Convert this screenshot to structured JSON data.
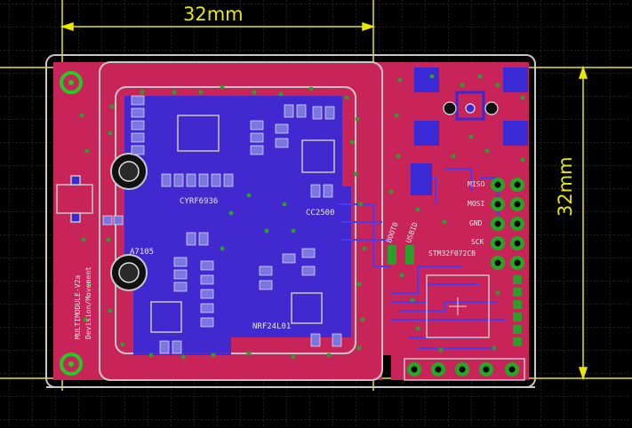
{
  "board": {
    "dimension_width": "32mm",
    "dimension_height": "32mm",
    "chip_labels": {
      "cyrf": "CYRF6936",
      "cc": "CC2500",
      "a7105": "A7105",
      "nrf": "NRF24L01",
      "stm": "STM32F072CB"
    },
    "pin_labels": {
      "miso": "MISO",
      "mosi": "MOSI",
      "gnd": "GND",
      "sck": "SCK",
      "boot0": "BOOT0",
      "usbid": "USBID"
    },
    "silkscreen_vertical": "MULTIMODULE-V2a",
    "silkscreen_vertical_2": "Devision/Movement"
  },
  "colors": {
    "background": "#000000",
    "grid": "#3a3a3a",
    "top_copper": "#c8245a",
    "bottom_copper": "#3a2ad6",
    "outline": "#c8c8c8",
    "dimension": "#e8e800",
    "mounting_hole": "#22cc22",
    "via": "#2aa02a"
  }
}
